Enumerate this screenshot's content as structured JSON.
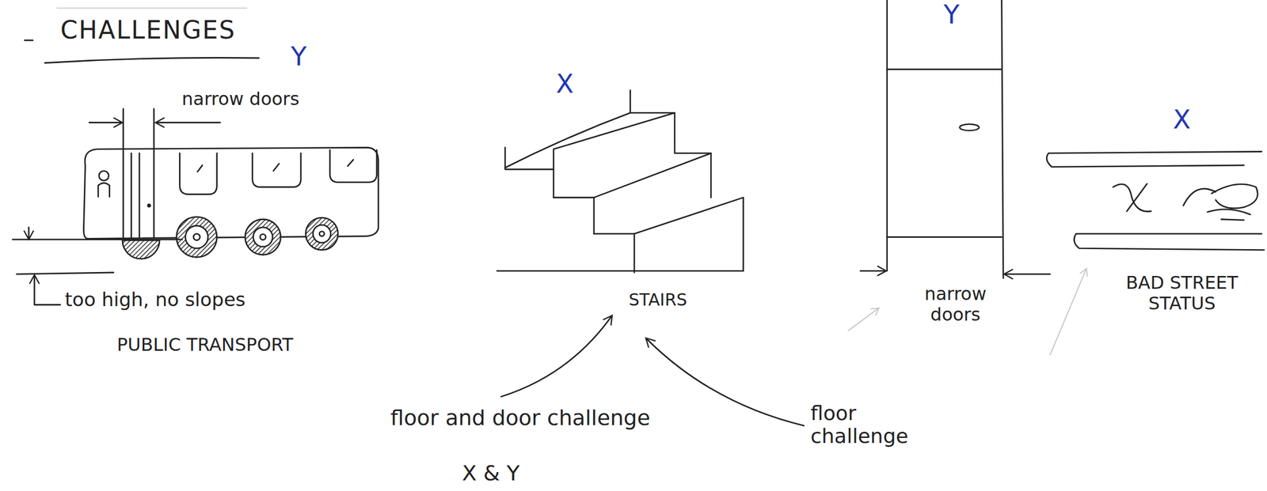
{
  "diagram": {
    "title": "CHALLENGES",
    "labels": [
      "Y",
      "narrow doors",
      "X",
      "Y",
      "X",
      "too high, no slopes",
      "PUBLIC TRANSPORT",
      "STAIRS",
      "narrow doors",
      "BAD STREET STATUS",
      "floor and door challenge",
      "X & Y",
      "floor challenge"
    ]
  }
}
